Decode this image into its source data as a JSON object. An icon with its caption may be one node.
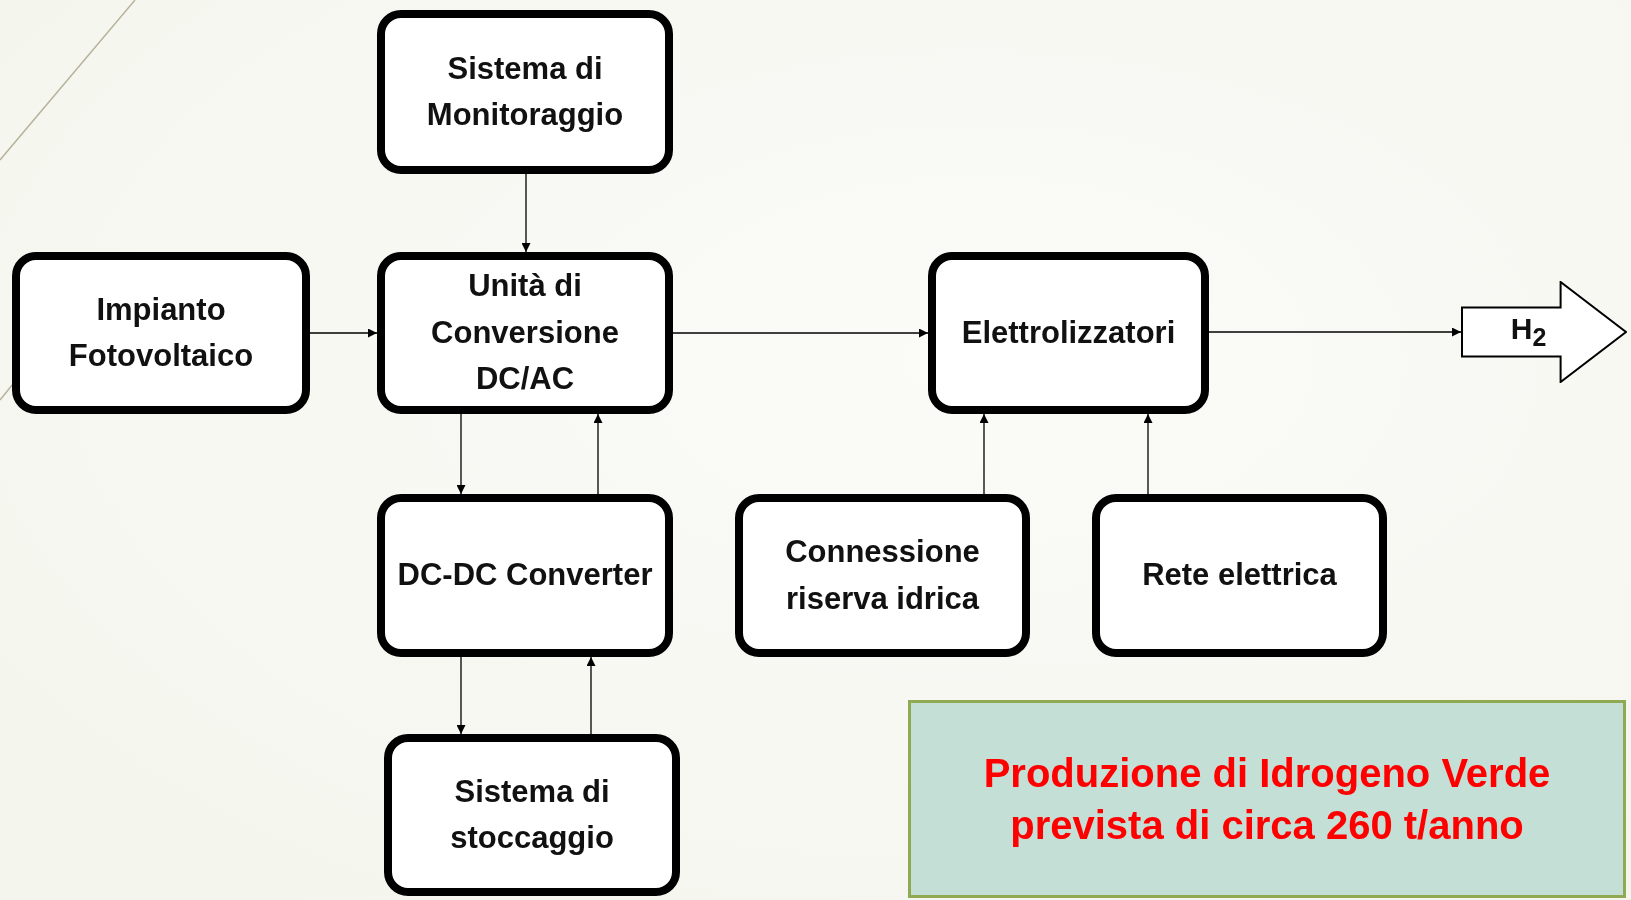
{
  "diagram": {
    "nodes": [
      {
        "text": [
          "Sistema di Monitoraggio"
        ]
      },
      {
        "text": [
          "Impianto Fotovoltaico"
        ]
      },
      {
        "text": [
          "Unità di Conversione DC/AC"
        ]
      },
      {
        "text": [
          "Elettrolizzatori"
        ]
      },
      {
        "text": [
          "H$_{2}$"
        ]
      },
      {
        "text": [
          "DC-DC Converter"
        ]
      },
      {
        "text": [
          "Connessione riserva idrica"
        ]
      },
      {
        "text": [
          "Rete elettrica"
        ]
      },
      {
        "text": [
          "Sistema di stoccaggio"
        ]
      },
      {
        "text": [
          "Produzione di Idrogeno Verde prevista di circa 260 t/anno"
        ]
      }
    ],
    "edges": [
      {
        "from": 0,
        "to": 2,
        "arrow": "to"
      },
      {
        "from": 1,
        "to": 2,
        "arrow": "to"
      },
      {
        "from": 2,
        "to": 3,
        "arrow": "to"
      },
      {
        "from": 3,
        "to": 4,
        "arrow": "to"
      },
      {
        "from": 2,
        "to": 5,
        "arrow": "to"
      },
      {
        "from": 5,
        "to": 2,
        "arrow": "to"
      },
      {
        "from": 5,
        "to": 8,
        "arrow": "to"
      },
      {
        "from": 8,
        "to": 5,
        "arrow": "to"
      },
      {
        "from": 6,
        "to": 3,
        "arrow": "to"
      },
      {
        "from": 7,
        "to": 3,
        "arrow": "to"
      }
    ]
  }
}
